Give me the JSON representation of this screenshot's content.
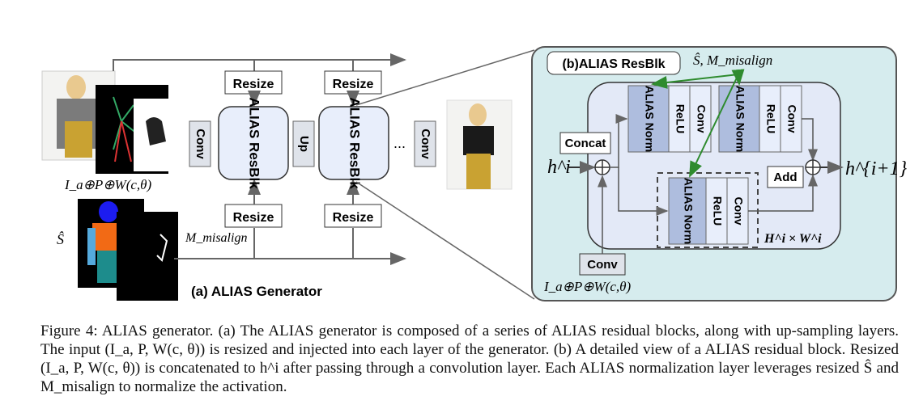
{
  "generator": {
    "title": "(a) ALIAS Generator",
    "resize_labels": [
      "Resize",
      "Resize",
      "Resize",
      "Resize"
    ],
    "conv_in": "Conv",
    "resblk": "ALIAS ResBlk",
    "up": "Up",
    "ellipsis": "...",
    "conv_out": "Conv",
    "input_label_cond": "I_a⊕P⊕W(c,θ)",
    "input_label_s": "Ŝ",
    "input_label_m": "M_misalign"
  },
  "resblock": {
    "title": "(b)ALIAS ResBlk",
    "side_inputs": "Ŝ, M_misalign",
    "concat": "Concat",
    "add": "Add",
    "alias_norm": "ALIAS Norm",
    "relu": "ReLU",
    "conv": "Conv",
    "h_in": "h^i",
    "h_out": "h^{i+1}",
    "repeat_label": "H^i × W^i",
    "conv_bottom": "Conv",
    "bottom_label": "I_a⊕P⊕W(c,θ)"
  },
  "caption": {
    "line1": "Figure 4: ALIAS generator. (a) The ALIAS generator is composed of a series of ALIAS residual blocks, along with up-sampling layers. The input (I_a, P, W(c, θ)) is resized and injected into each layer of the generator. (b) A detailed view of a ALIAS residual block. Resized (I_a, P, W(c, θ)) is concatenated to h^i after passing through a convolution layer. Each ALIAS normalization layer leverages resized Ŝ and M_misalign to normalize the activation."
  },
  "colors": {
    "panel_bg": "#d6ecee",
    "inner_bg": "#e3e9f7",
    "block_fill": "#e8eefb",
    "norm_fill": "#aebdde",
    "gray_box": "#dfe3ea",
    "arrow_green": "#2e8b2e"
  }
}
